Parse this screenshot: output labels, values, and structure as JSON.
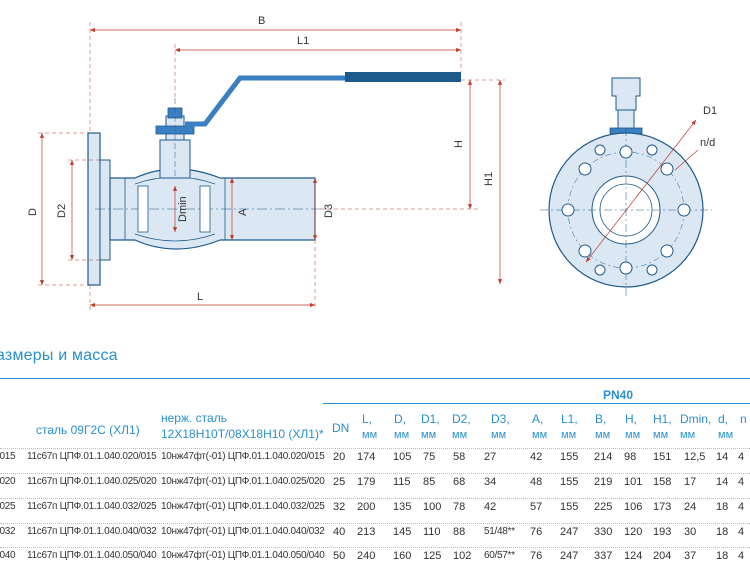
{
  "drawing": {
    "labels": {
      "B": "B",
      "L1": "L1",
      "H": "H",
      "H1": "H1",
      "D": "D",
      "D2": "D2",
      "Dmin": "Dmin",
      "A": "A",
      "D3": "D3",
      "L": "L",
      "D1": "D1",
      "nd": "n/d"
    },
    "colors": {
      "line": "#1d5a8c",
      "fill": "#dbe8f4",
      "handle": "#3a7fc1",
      "dim": "#c0392b"
    }
  },
  "section": {
    "title": "азмеры и масса"
  },
  "table": {
    "pn_label": "PN40",
    "headers": {
      "steel": "сталь 09Г2С (ХЛ1)",
      "stainless_line1": "нерж. сталь",
      "stainless_line2": "12Х18Н10Т/08Х18Н10 (ХЛ1)*",
      "dn": "DN",
      "cols": [
        {
          "name": "L,",
          "unit": "мм"
        },
        {
          "name": "D,",
          "unit": "мм"
        },
        {
          "name": "D1,",
          "unit": "мм"
        },
        {
          "name": "D2,",
          "unit": "мм"
        },
        {
          "name": "D3,",
          "unit": "мм"
        },
        {
          "name": "A,",
          "unit": "мм"
        },
        {
          "name": "L1,",
          "unit": "мм"
        },
        {
          "name": "B,",
          "unit": "мм"
        },
        {
          "name": "H,",
          "unit": "мм"
        },
        {
          "name": "H1,",
          "unit": "мм"
        },
        {
          "name": "Dmin,",
          "unit": "мм"
        },
        {
          "name": "d,",
          "unit": "мм"
        },
        {
          "name": "n",
          "unit": ""
        }
      ]
    },
    "rows": [
      {
        "prefix": "/015",
        "steel": "11с67п ЦПФ.01.1.040.020/015",
        "stainless": "10нж47фт(-01) ЦПФ.01.1.040.020/015",
        "vals": [
          "20",
          "174",
          "105",
          "75",
          "58",
          "27",
          "42",
          "155",
          "214",
          "98",
          "151",
          "12,5",
          "14",
          "4"
        ]
      },
      {
        "prefix": "/020",
        "steel": "11с67п ЦПФ.01.1.040.025/020",
        "stainless": "10нж47фт(-01) ЦПФ.01.1.040.025/020",
        "vals": [
          "25",
          "179",
          "115",
          "85",
          "68",
          "34",
          "48",
          "155",
          "219",
          "101",
          "158",
          "17",
          "14",
          "4"
        ]
      },
      {
        "prefix": "/025",
        "steel": "11с67п ЦПФ.01.1.040.032/025",
        "stainless": "10нж47фт(-01) ЦПФ.01.1.040.032/025",
        "vals": [
          "32",
          "200",
          "135",
          "100",
          "78",
          "42",
          "57",
          "155",
          "225",
          "106",
          "173",
          "24",
          "18",
          "4"
        ]
      },
      {
        "prefix": "/032",
        "steel": "11с67п ЦПФ.01.1.040.040/032",
        "stainless": "10нж47фт(-01) ЦПФ.01.1.040.040/032",
        "vals": [
          "40",
          "213",
          "145",
          "110",
          "88",
          "51/48**",
          "76",
          "247",
          "330",
          "120",
          "193",
          "30",
          "18",
          "4"
        ]
      },
      {
        "prefix": "/040",
        "steel": "11с67п ЦПФ.01.1.040.050/040",
        "stainless": "10нж47фт(-01) ЦПФ.01.1.040.050/040",
        "vals": [
          "50",
          "240",
          "160",
          "125",
          "102",
          "60/57**",
          "76",
          "247",
          "337",
          "124",
          "204",
          "37",
          "18",
          "4"
        ]
      }
    ]
  }
}
